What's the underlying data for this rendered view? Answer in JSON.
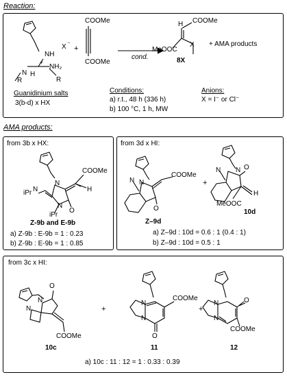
{
  "reaction": {
    "header": "Reaction:",
    "anion_symbol": "X",
    "anion_charge": "⁻",
    "plus1": "+",
    "ester_top": "COOMe",
    "ester_bottom": "COOMe",
    "arrow_label": "cond.",
    "product_h": "H",
    "product_ester_right": "COOMe",
    "product_ester_left": "MeOOC",
    "product_x": "X",
    "product_label": "8X",
    "plus2": "+ AMA products",
    "guan_nh_top": "NH",
    "guan_r1": "R",
    "guan_nh_mid": "N",
    "guan_h_mid": "H",
    "guan_plus": "+",
    "guan_nh2": "NH₂",
    "guan_r2": "R",
    "salts_title": "Guanidinium salts",
    "salts_value": "3(b-d) x HX",
    "conditions_title": "Conditions:",
    "conditions": [
      "a) r.t., 48 h (336 h)",
      "b) 100 °C, 1 h, MW"
    ],
    "anions_title": "Anions:",
    "anions_value": "X = I⁻ or Cl⁻"
  },
  "ama": {
    "header": "AMA products:",
    "box_3b": {
      "title": "from 3b x HX:",
      "ester": "COOMe",
      "ipr_top": "iPr",
      "n_eq": "N",
      "n1": "N",
      "n2": "N",
      "ipr_bottom": "iPr",
      "o": "O",
      "h": "H",
      "label": "Z-9b and E-9b",
      "ratios": [
        "a) Z-9b : E-9b = 1 : 0.23",
        "b) Z-9b : E-9b = 1 : 0.85"
      ]
    },
    "box_3d": {
      "title": "from 3d x HI:",
      "ester": "COOMe",
      "n1": "N",
      "n2": "N",
      "o1": "O",
      "plus": "+",
      "n3": "N",
      "n4": "N",
      "o2": "O",
      "h": "H",
      "ester2": "MeOOC",
      "label1": "Z–9d",
      "label2": "10d",
      "ratios": [
        "a) Z–9d : 10d = 0.6 : 1 (0.4 : 1)",
        "b) Z–9d : 10d = 0.5 : 1"
      ]
    },
    "box_3c": {
      "title": "from 3c x HI:",
      "o_a": "O",
      "n_a1": "N",
      "n_a2": "N",
      "ester_a": "COOMe",
      "label_a": "10c",
      "plus1": "+",
      "n_b1": "N",
      "n_b2": "N",
      "ester_b": "COOMe",
      "o_b": "O",
      "label_b": "11",
      "plus2": "+",
      "n_c1": "N",
      "n_c2": "N",
      "o_c": "O",
      "ester_c": "COOMe",
      "label_c": "12",
      "ratio": "a) 10c : 11 : 12 = 1 : 0.33 : 0.39"
    }
  }
}
